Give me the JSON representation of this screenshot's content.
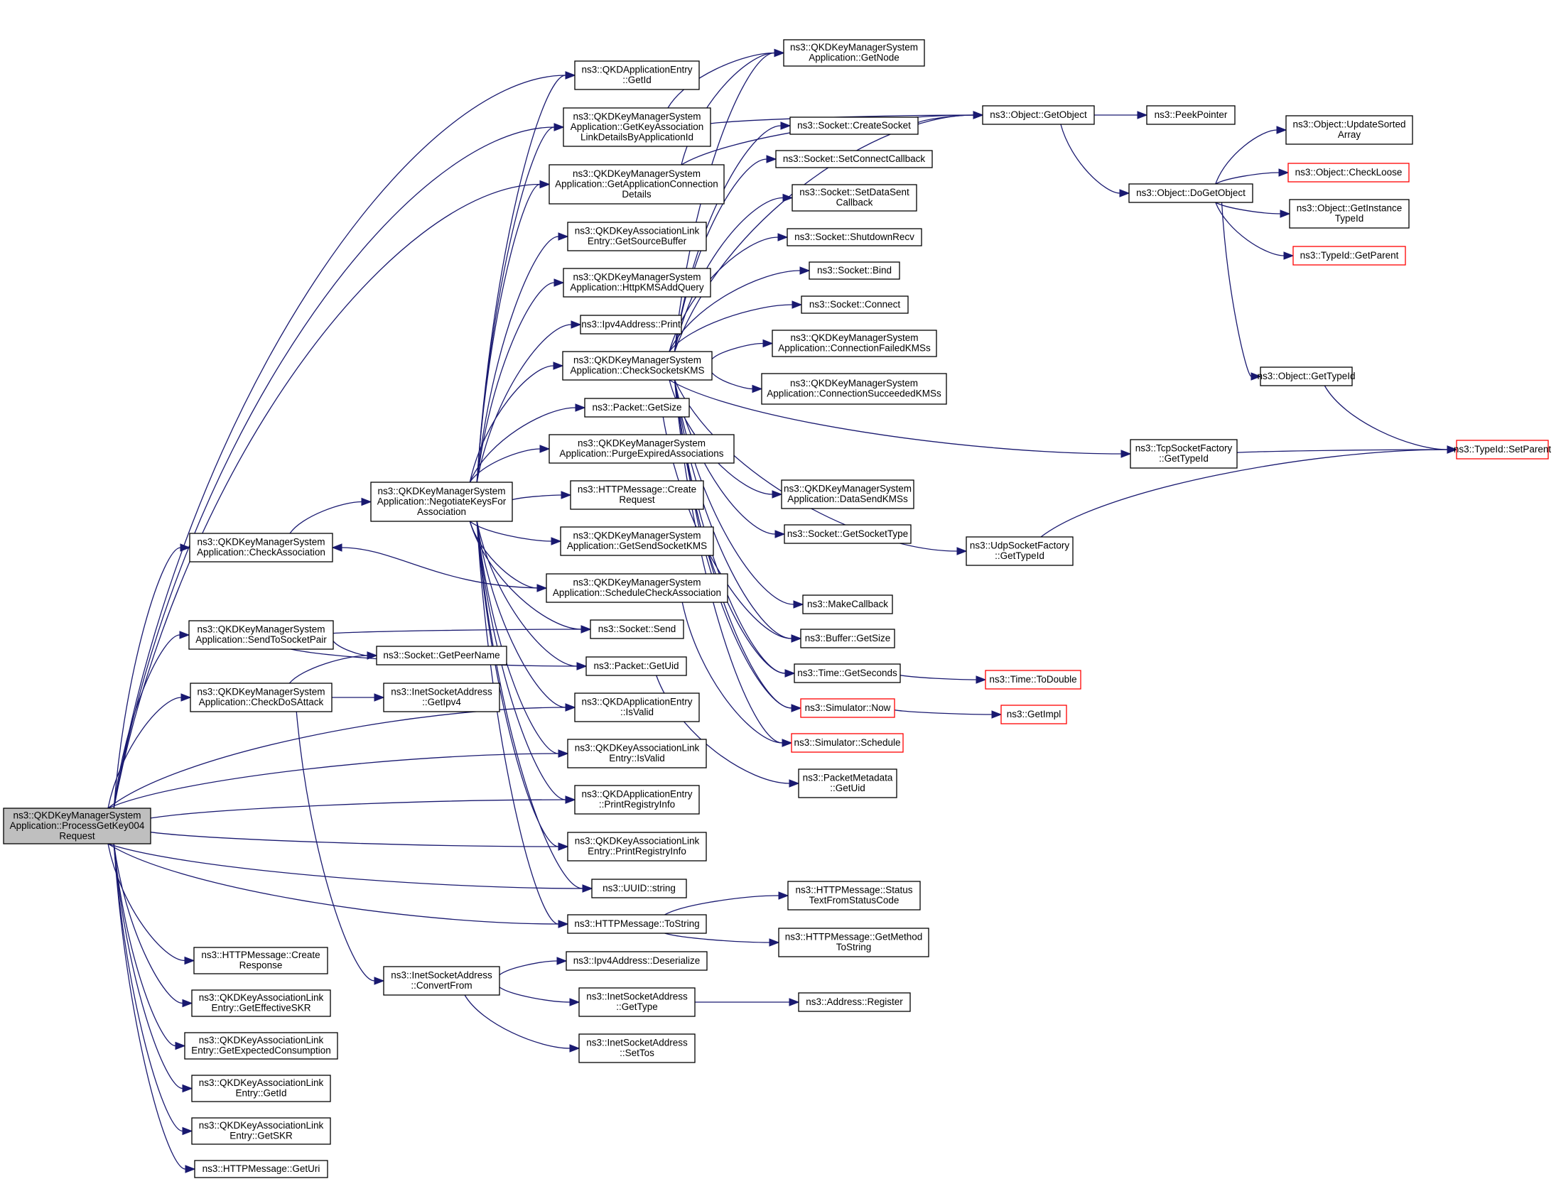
{
  "graph": {
    "type": "call-graph",
    "edge_color": "#191970",
    "root_fill": "#bfbfbf",
    "undocumented_border": "#ff0000",
    "nodes": [
      {
        "id": "root",
        "lines": [
          "ns3::QKDKeyManagerSystem",
          "Application::ProcessGetKey004",
          "Request"
        ],
        "root": true
      },
      {
        "id": "checkAssoc",
        "lines": [
          "ns3::QKDKeyManagerSystem",
          "Application::CheckAssociation"
        ]
      },
      {
        "id": "sendToSocketPair",
        "lines": [
          "ns3::QKDKeyManagerSystem",
          "Application::SendToSocketPair"
        ]
      },
      {
        "id": "checkDoS",
        "lines": [
          "ns3::QKDKeyManagerSystem",
          "Application::CheckDoSAttack"
        ]
      },
      {
        "id": "createResponse",
        "lines": [
          "ns3::HTTPMessage::Create",
          "Response"
        ]
      },
      {
        "id": "getEffectiveSKR",
        "lines": [
          "ns3::QKDKeyAssociationLink",
          "Entry::GetEffectiveSKR"
        ]
      },
      {
        "id": "getExpectedConsumption",
        "lines": [
          "ns3::QKDKeyAssociationLink",
          "Entry::GetExpectedConsumption"
        ]
      },
      {
        "id": "linkGetId",
        "lines": [
          "ns3::QKDKeyAssociationLink",
          "Entry::GetId"
        ]
      },
      {
        "id": "getSKR",
        "lines": [
          "ns3::QKDKeyAssociationLink",
          "Entry::GetSKR"
        ]
      },
      {
        "id": "getUri",
        "lines": [
          "ns3::HTTPMessage::GetUri"
        ]
      },
      {
        "id": "negotiate",
        "lines": [
          "ns3::QKDKeyManagerSystem",
          "Application::NegotiateKeysFor",
          "Association"
        ]
      },
      {
        "id": "getPeerName",
        "lines": [
          "ns3::Socket::GetPeerName"
        ]
      },
      {
        "id": "getIpv4",
        "lines": [
          "ns3::InetSocketAddress",
          "::GetIpv4"
        ]
      },
      {
        "id": "convertFrom",
        "lines": [
          "ns3::InetSocketAddress",
          "::ConvertFrom"
        ]
      },
      {
        "id": "appGetId",
        "lines": [
          "ns3::QKDApplicationEntry",
          "::GetId"
        ]
      },
      {
        "id": "getKeyAssocLink",
        "lines": [
          "ns3::QKDKeyManagerSystem",
          "Application::GetKeyAssociation",
          "LinkDetailsByApplicationId"
        ]
      },
      {
        "id": "getAppConn",
        "lines": [
          "ns3::QKDKeyManagerSystem",
          "Application::GetApplicationConnection",
          "Details"
        ]
      },
      {
        "id": "getSourceBuffer",
        "lines": [
          "ns3::QKDKeyAssociationLink",
          "Entry::GetSourceBuffer"
        ]
      },
      {
        "id": "httpAddQuery",
        "lines": [
          "ns3::QKDKeyManagerSystem",
          "Application::HttpKMSAddQuery"
        ]
      },
      {
        "id": "ipv4Print",
        "lines": [
          "ns3::Ipv4Address::Print"
        ]
      },
      {
        "id": "checkSockets",
        "lines": [
          "ns3::QKDKeyManagerSystem",
          "Application::CheckSocketsKMS"
        ]
      },
      {
        "id": "packetGetSize",
        "lines": [
          "ns3::Packet::GetSize"
        ]
      },
      {
        "id": "purge",
        "lines": [
          "ns3::QKDKeyManagerSystem",
          "Application::PurgeExpiredAssociations"
        ]
      },
      {
        "id": "createRequest",
        "lines": [
          "ns3::HTTPMessage::Create",
          "Request"
        ]
      },
      {
        "id": "getSendSocket",
        "lines": [
          "ns3::QKDKeyManagerSystem",
          "Application::GetSendSocketKMS"
        ]
      },
      {
        "id": "scheduleCheck",
        "lines": [
          "ns3::QKDKeyManagerSystem",
          "Application::ScheduleCheckAssociation"
        ]
      },
      {
        "id": "socketSend",
        "lines": [
          "ns3::Socket::Send"
        ]
      },
      {
        "id": "packetGetUid",
        "lines": [
          "ns3::Packet::GetUid"
        ]
      },
      {
        "id": "appIsValid",
        "lines": [
          "ns3::QKDApplicationEntry",
          "::IsValid"
        ]
      },
      {
        "id": "linkIsValid",
        "lines": [
          "ns3::QKDKeyAssociationLink",
          "Entry::IsValid"
        ]
      },
      {
        "id": "appPrintReg",
        "lines": [
          "ns3::QKDApplicationEntry",
          "::PrintRegistryInfo"
        ]
      },
      {
        "id": "linkPrintReg",
        "lines": [
          "ns3::QKDKeyAssociationLink",
          "Entry::PrintRegistryInfo"
        ]
      },
      {
        "id": "uuidString",
        "lines": [
          "ns3::UUID::string"
        ]
      },
      {
        "id": "toString",
        "lines": [
          "ns3::HTTPMessage::ToString"
        ]
      },
      {
        "id": "deserialize",
        "lines": [
          "ns3::Ipv4Address::Deserialize"
        ]
      },
      {
        "id": "inetGetType",
        "lines": [
          "ns3::InetSocketAddress",
          "::GetType"
        ]
      },
      {
        "id": "setTos",
        "lines": [
          "ns3::InetSocketAddress",
          "::SetTos"
        ]
      },
      {
        "id": "getNode",
        "lines": [
          "ns3::QKDKeyManagerSystem",
          "Application::GetNode"
        ]
      },
      {
        "id": "createSocket",
        "lines": [
          "ns3::Socket::CreateSocket"
        ]
      },
      {
        "id": "setConnectCb",
        "lines": [
          "ns3::Socket::SetConnectCallback"
        ]
      },
      {
        "id": "setDataSentCb",
        "lines": [
          "ns3::Socket::SetDataSent",
          "Callback"
        ]
      },
      {
        "id": "shutdownRecv",
        "lines": [
          "ns3::Socket::ShutdownRecv"
        ]
      },
      {
        "id": "bind",
        "lines": [
          "ns3::Socket::Bind"
        ]
      },
      {
        "id": "connect",
        "lines": [
          "ns3::Socket::Connect"
        ]
      },
      {
        "id": "connFailed",
        "lines": [
          "ns3::QKDKeyManagerSystem",
          "Application::ConnectionFailedKMSs"
        ]
      },
      {
        "id": "connSucceeded",
        "lines": [
          "ns3::QKDKeyManagerSystem",
          "Application::ConnectionSucceededKMSs"
        ]
      },
      {
        "id": "dataSend",
        "lines": [
          "ns3::QKDKeyManagerSystem",
          "Application::DataSendKMSs"
        ]
      },
      {
        "id": "getSocketType",
        "lines": [
          "ns3::Socket::GetSocketType"
        ]
      },
      {
        "id": "makeCallback",
        "lines": [
          "ns3::MakeCallback"
        ]
      },
      {
        "id": "bufferGetSize",
        "lines": [
          "ns3::Buffer::GetSize"
        ]
      },
      {
        "id": "timeGetSeconds",
        "lines": [
          "ns3::Time::GetSeconds"
        ]
      },
      {
        "id": "simNow",
        "lines": [
          "ns3::Simulator::Now"
        ],
        "red": true
      },
      {
        "id": "simSchedule",
        "lines": [
          "ns3::Simulator::Schedule"
        ],
        "red": true
      },
      {
        "id": "pktMetaGetUid",
        "lines": [
          "ns3::PacketMetadata",
          "::GetUid"
        ]
      },
      {
        "id": "statusText",
        "lines": [
          "ns3::HTTPMessage::Status",
          "TextFromStatusCode"
        ]
      },
      {
        "id": "getMethodToString",
        "lines": [
          "ns3::HTTPMessage::GetMethod",
          "ToString"
        ]
      },
      {
        "id": "addressRegister",
        "lines": [
          "ns3::Address::Register"
        ]
      },
      {
        "id": "getObject",
        "lines": [
          "ns3::Object::GetObject"
        ]
      },
      {
        "id": "peekPointer",
        "lines": [
          "ns3::PeekPointer"
        ]
      },
      {
        "id": "doGetObject",
        "lines": [
          "ns3::Object::DoGetObject"
        ]
      },
      {
        "id": "tcpGetTypeId",
        "lines": [
          "ns3::TcpSocketFactory",
          "::GetTypeId"
        ]
      },
      {
        "id": "udpGetTypeId",
        "lines": [
          "ns3::UdpSocketFactory",
          "::GetTypeId"
        ]
      },
      {
        "id": "timeToDouble",
        "lines": [
          "ns3::Time::ToDouble"
        ],
        "red": true
      },
      {
        "id": "getImpl",
        "lines": [
          "ns3::GetImpl"
        ],
        "red": true
      },
      {
        "id": "updateSorted",
        "lines": [
          "ns3::Object::UpdateSorted",
          "Array"
        ]
      },
      {
        "id": "checkLoose",
        "lines": [
          "ns3::Object::CheckLoose"
        ],
        "red": true
      },
      {
        "id": "getInstanceTypeId",
        "lines": [
          "ns3::Object::GetInstance",
          "TypeId"
        ]
      },
      {
        "id": "typeIdGetParent",
        "lines": [
          "ns3::TypeId::GetParent"
        ],
        "red": true
      },
      {
        "id": "objectGetTypeId",
        "lines": [
          "ns3::Object::GetTypeId"
        ]
      },
      {
        "id": "setParent",
        "lines": [
          "ns3::TypeId::SetParent"
        ],
        "red": true
      }
    ],
    "edges": [
      [
        "root",
        "checkAssoc"
      ],
      [
        "root",
        "sendToSocketPair"
      ],
      [
        "root",
        "checkDoS"
      ],
      [
        "root",
        "createResponse"
      ],
      [
        "root",
        "getEffectiveSKR"
      ],
      [
        "root",
        "getExpectedConsumption"
      ],
      [
        "root",
        "linkGetId"
      ],
      [
        "root",
        "getSKR"
      ],
      [
        "root",
        "getUri"
      ],
      [
        "root",
        "appGetId"
      ],
      [
        "root",
        "getKeyAssocLink"
      ],
      [
        "root",
        "getAppConn"
      ],
      [
        "root",
        "appIsValid"
      ],
      [
        "root",
        "linkIsValid"
      ],
      [
        "root",
        "appPrintReg"
      ],
      [
        "root",
        "linkPrintReg"
      ],
      [
        "root",
        "uuidString"
      ],
      [
        "root",
        "toString"
      ],
      [
        "checkAssoc",
        "negotiate"
      ],
      [
        "sendToSocketPair",
        "getPeerName"
      ],
      [
        "sendToSocketPair",
        "socketSend"
      ],
      [
        "sendToSocketPair",
        "packetGetUid"
      ],
      [
        "checkDoS",
        "getPeerName"
      ],
      [
        "checkDoS",
        "getIpv4"
      ],
      [
        "checkDoS",
        "convertFrom"
      ],
      [
        "negotiate",
        "appGetId"
      ],
      [
        "negotiate",
        "getKeyAssocLink"
      ],
      [
        "negotiate",
        "getAppConn"
      ],
      [
        "negotiate",
        "getSourceBuffer"
      ],
      [
        "negotiate",
        "httpAddQuery"
      ],
      [
        "negotiate",
        "ipv4Print"
      ],
      [
        "negotiate",
        "checkSockets"
      ],
      [
        "negotiate",
        "packetGetSize"
      ],
      [
        "negotiate",
        "purge"
      ],
      [
        "negotiate",
        "createRequest"
      ],
      [
        "negotiate",
        "getSendSocket"
      ],
      [
        "negotiate",
        "scheduleCheck"
      ],
      [
        "negotiate",
        "socketSend"
      ],
      [
        "negotiate",
        "packetGetUid"
      ],
      [
        "negotiate",
        "appIsValid"
      ],
      [
        "negotiate",
        "linkIsValid"
      ],
      [
        "negotiate",
        "appPrintReg"
      ],
      [
        "negotiate",
        "linkPrintReg"
      ],
      [
        "negotiate",
        "uuidString"
      ],
      [
        "negotiate",
        "toString"
      ],
      [
        "scheduleCheck",
        "checkAssoc"
      ],
      [
        "scheduleCheck",
        "simSchedule"
      ],
      [
        "convertFrom",
        "deserialize"
      ],
      [
        "convertFrom",
        "inetGetType"
      ],
      [
        "convertFrom",
        "setTos"
      ],
      [
        "inetGetType",
        "addressRegister"
      ],
      [
        "toString",
        "statusText"
      ],
      [
        "toString",
        "getMethodToString"
      ],
      [
        "getKeyAssocLink",
        "getNode"
      ],
      [
        "getKeyAssocLink",
        "getObject"
      ],
      [
        "getAppConn",
        "getNode"
      ],
      [
        "getAppConn",
        "getObject"
      ],
      [
        "checkSockets",
        "getNode"
      ],
      [
        "checkSockets",
        "getObject"
      ],
      [
        "checkSockets",
        "createSocket"
      ],
      [
        "checkSockets",
        "setConnectCb"
      ],
      [
        "checkSockets",
        "setDataSentCb"
      ],
      [
        "checkSockets",
        "shutdownRecv"
      ],
      [
        "checkSockets",
        "bind"
      ],
      [
        "checkSockets",
        "connect"
      ],
      [
        "checkSockets",
        "connFailed"
      ],
      [
        "checkSockets",
        "connSucceeded"
      ],
      [
        "checkSockets",
        "dataSend"
      ],
      [
        "checkSockets",
        "getSocketType"
      ],
      [
        "checkSockets",
        "tcpGetTypeId"
      ],
      [
        "checkSockets",
        "udpGetTypeId"
      ],
      [
        "checkSockets",
        "makeCallback"
      ],
      [
        "checkSockets",
        "bufferGetSize"
      ],
      [
        "checkSockets",
        "timeGetSeconds"
      ],
      [
        "checkSockets",
        "simNow"
      ],
      [
        "checkSockets",
        "simSchedule"
      ],
      [
        "packetGetSize",
        "bufferGetSize"
      ],
      [
        "purge",
        "timeGetSeconds"
      ],
      [
        "purge",
        "simNow"
      ],
      [
        "packetGetUid",
        "pktMetaGetUid"
      ],
      [
        "createSocket",
        "getObject"
      ],
      [
        "getObject",
        "peekPointer"
      ],
      [
        "getObject",
        "doGetObject"
      ],
      [
        "doGetObject",
        "updateSorted"
      ],
      [
        "doGetObject",
        "checkLoose"
      ],
      [
        "doGetObject",
        "getInstanceTypeId"
      ],
      [
        "doGetObject",
        "typeIdGetParent"
      ],
      [
        "doGetObject",
        "objectGetTypeId"
      ],
      [
        "objectGetTypeId",
        "setParent"
      ],
      [
        "tcpGetTypeId",
        "setParent"
      ],
      [
        "udpGetTypeId",
        "setParent"
      ],
      [
        "timeGetSeconds",
        "timeToDouble"
      ],
      [
        "simNow",
        "getImpl"
      ]
    ]
  }
}
